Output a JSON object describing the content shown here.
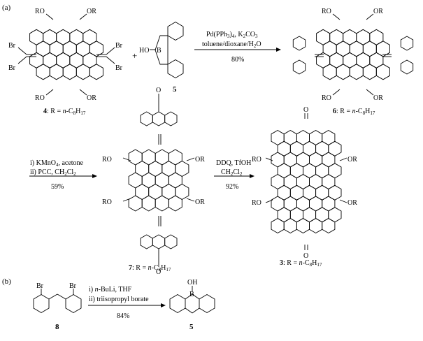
{
  "scheme": {
    "part_a": "(a)",
    "part_b": "(b)",
    "plus": "+",
    "compounds": {
      "c4": {
        "number": "4",
        "label_tail": ": R = n-C8H17",
        "or_groups": [
          "RO",
          "OR",
          "RO",
          "OR"
        ],
        "br": [
          "Br",
          "Br",
          "Br",
          "Br"
        ]
      },
      "c5": {
        "number": "5",
        "ho": "HO",
        "b": "B",
        "oh": "OH"
      },
      "c6": {
        "number": "6",
        "label_tail": ": R = n-C8H17",
        "or_groups": [
          "RO",
          "OR",
          "RO",
          "OR"
        ]
      },
      "c7": {
        "number": "7",
        "label_tail": ": R = n-C8H17",
        "or_groups": [
          "RO",
          "RO",
          "OR",
          "OR"
        ],
        "o": [
          "O",
          "O"
        ]
      },
      "c3": {
        "number": "3",
        "label_tail": ": R = n-C8H17",
        "or_groups": [
          "RO",
          "RO",
          "OR",
          "OR"
        ],
        "o": [
          "O",
          "O"
        ]
      },
      "c8": {
        "number": "8",
        "br": [
          "Br",
          "Br"
        ]
      }
    },
    "steps": [
      {
        "id": "step1",
        "lines": [
          "Pd(PPh3)4, K2CO3",
          "toluene/dioxane/H2O"
        ],
        "yield": "80%"
      },
      {
        "id": "step2",
        "lines": [
          "i) KMnO4, acetone",
          "ii) PCC, CH2Cl2"
        ],
        "yield": "59%"
      },
      {
        "id": "step3",
        "lines": [
          "DDQ, TfOH",
          "CH2Cl2"
        ],
        "yield": "92%"
      },
      {
        "id": "step4",
        "lines": [
          "i) n-BuLi, THF",
          "ii) triisopropyl borate"
        ],
        "yield": "84%"
      }
    ]
  }
}
